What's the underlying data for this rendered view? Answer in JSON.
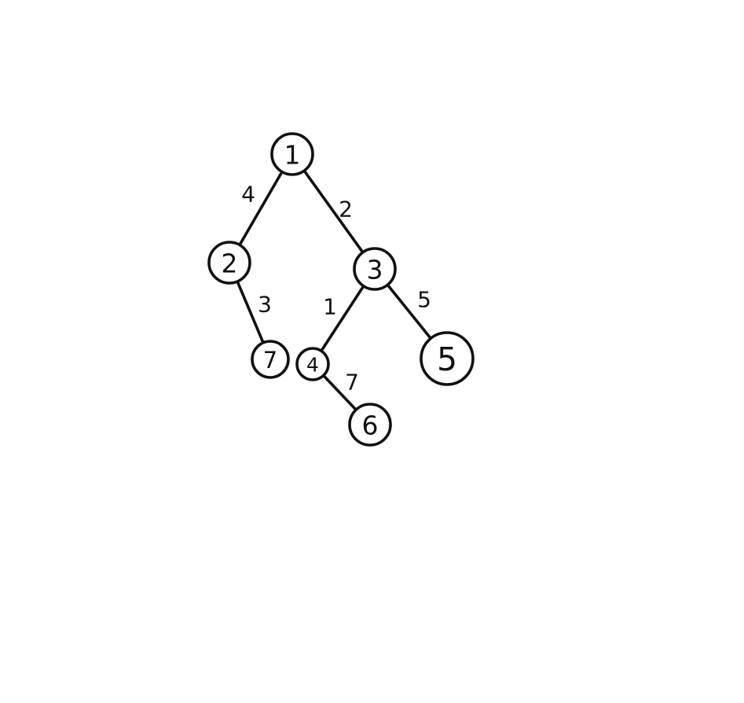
{
  "diagram": {
    "nodes": [
      {
        "id": "n1",
        "label": "1"
      },
      {
        "id": "n2",
        "label": "2"
      },
      {
        "id": "n3",
        "label": "3"
      },
      {
        "id": "n7",
        "label": "7"
      },
      {
        "id": "n4",
        "label": "4"
      },
      {
        "id": "n5",
        "label": "5"
      },
      {
        "id": "n6",
        "label": "6"
      }
    ],
    "edges": [
      {
        "from": "n1",
        "to": "n2",
        "weight": "4"
      },
      {
        "from": "n1",
        "to": "n3",
        "weight": "2"
      },
      {
        "from": "n2",
        "to": "n7",
        "weight": "3"
      },
      {
        "from": "n3",
        "to": "n4",
        "weight": "1"
      },
      {
        "from": "n3",
        "to": "n5",
        "weight": "5"
      },
      {
        "from": "n4",
        "to": "n6",
        "weight": "7"
      }
    ]
  }
}
